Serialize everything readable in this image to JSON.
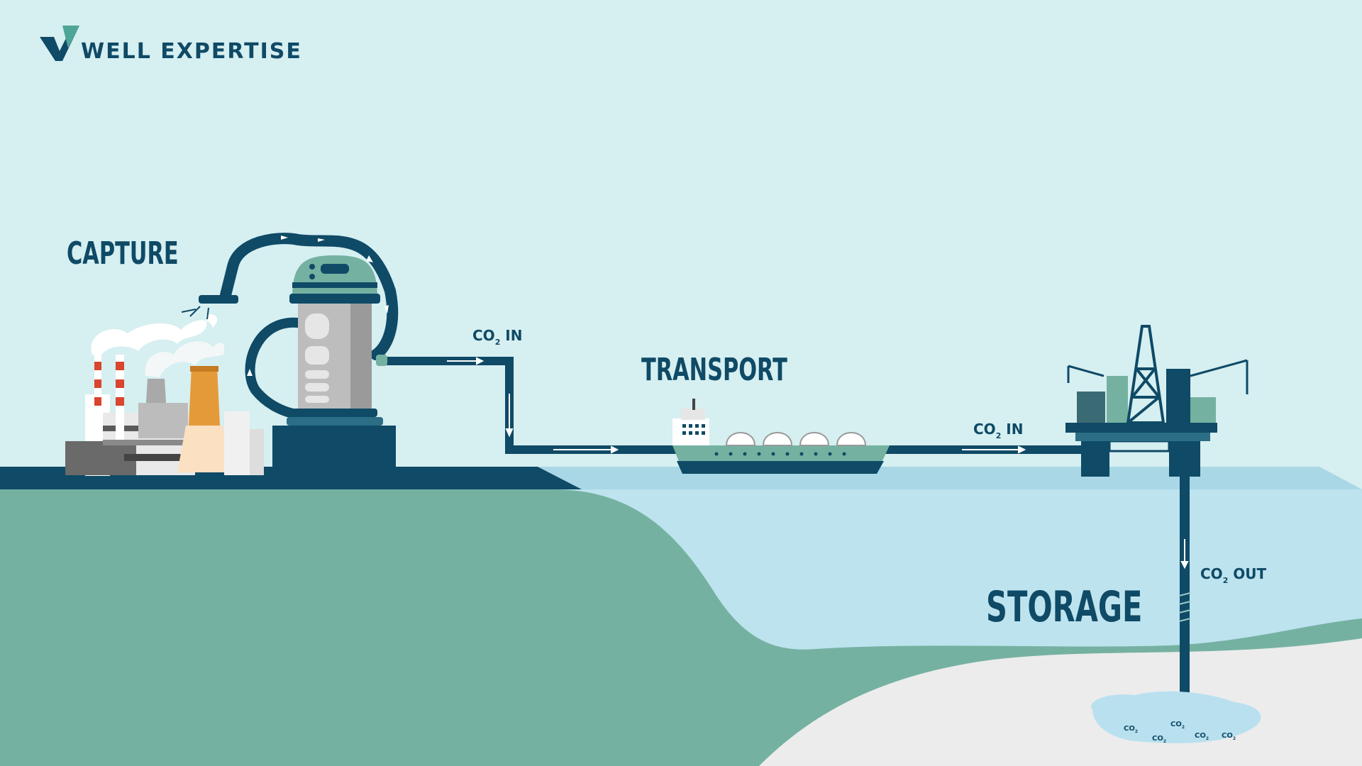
{
  "brand": {
    "name": "WELL EXPERTISE"
  },
  "stages": {
    "capture": "CAPTURE",
    "transport": "TRANSPORT",
    "storage": "STORAGE"
  },
  "flow_labels": {
    "co2_in_1": {
      "main": "CO",
      "sub": "2",
      "suffix": " IN"
    },
    "co2_in_2": {
      "main": "CO",
      "sub": "2",
      "suffix": " IN"
    },
    "co2_out": {
      "main": "CO",
      "sub": "2",
      "suffix": " OUT"
    }
  },
  "reservoir_labels": [
    {
      "main": "CO",
      "sub": "2"
    },
    {
      "main": "CO",
      "sub": "2"
    },
    {
      "main": "CO",
      "sub": "2"
    },
    {
      "main": "CO",
      "sub": "2"
    },
    {
      "main": "CO",
      "sub": "2"
    }
  ],
  "colors": {
    "sky": "#d6eff1",
    "navy": "#0f4a66",
    "land": "#75b1a1",
    "sea": "#bde3ef",
    "sea_surface": "#a9d7e6",
    "bedrock": "#ececec",
    "reservoir": "#b9e0ef",
    "pipe": "#0f4a66",
    "accent_orange": "#e59a3a",
    "accent_red": "#d9452f"
  }
}
